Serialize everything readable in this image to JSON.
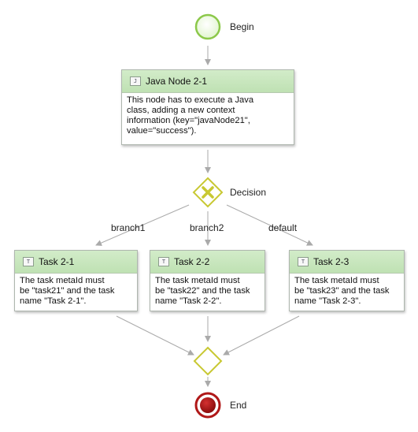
{
  "begin": {
    "label": "Begin"
  },
  "java_node": {
    "title": "Java Node 2-1",
    "icon": "J",
    "description": "This node has to execute a Java\nclass, adding a new context\ninformation (key=\"javaNode21\",\nvalue=\"success\")."
  },
  "decision": {
    "label": "Decision"
  },
  "branches": [
    {
      "label": "branch1"
    },
    {
      "label": "branch2"
    },
    {
      "label": "default"
    }
  ],
  "tasks": [
    {
      "title": "Task 2-1",
      "icon": "T",
      "description": "The task metaId must\nbe \"task21\" and the task\nname \"Task 2-1\"."
    },
    {
      "title": "Task 2-2",
      "icon": "T",
      "description": "The task metaId must\nbe \"task22\" and the task\nname \"Task 2-2\"."
    },
    {
      "title": "Task 2-3",
      "icon": "T",
      "description": "The task metaId must\nbe \"task23\" and the task\nname \"Task 2-3\"."
    }
  ],
  "end": {
    "label": "End"
  },
  "colors": {
    "start_fill": "#eaf8dc",
    "start_stroke": "#8cc84a",
    "gateway_stroke": "#c8c832",
    "gateway_mark": "#c8c832",
    "end_fill": "#b01818",
    "end_stroke": "#b01818",
    "edge": "#aaaaaa",
    "header": "#c6e6bc"
  }
}
